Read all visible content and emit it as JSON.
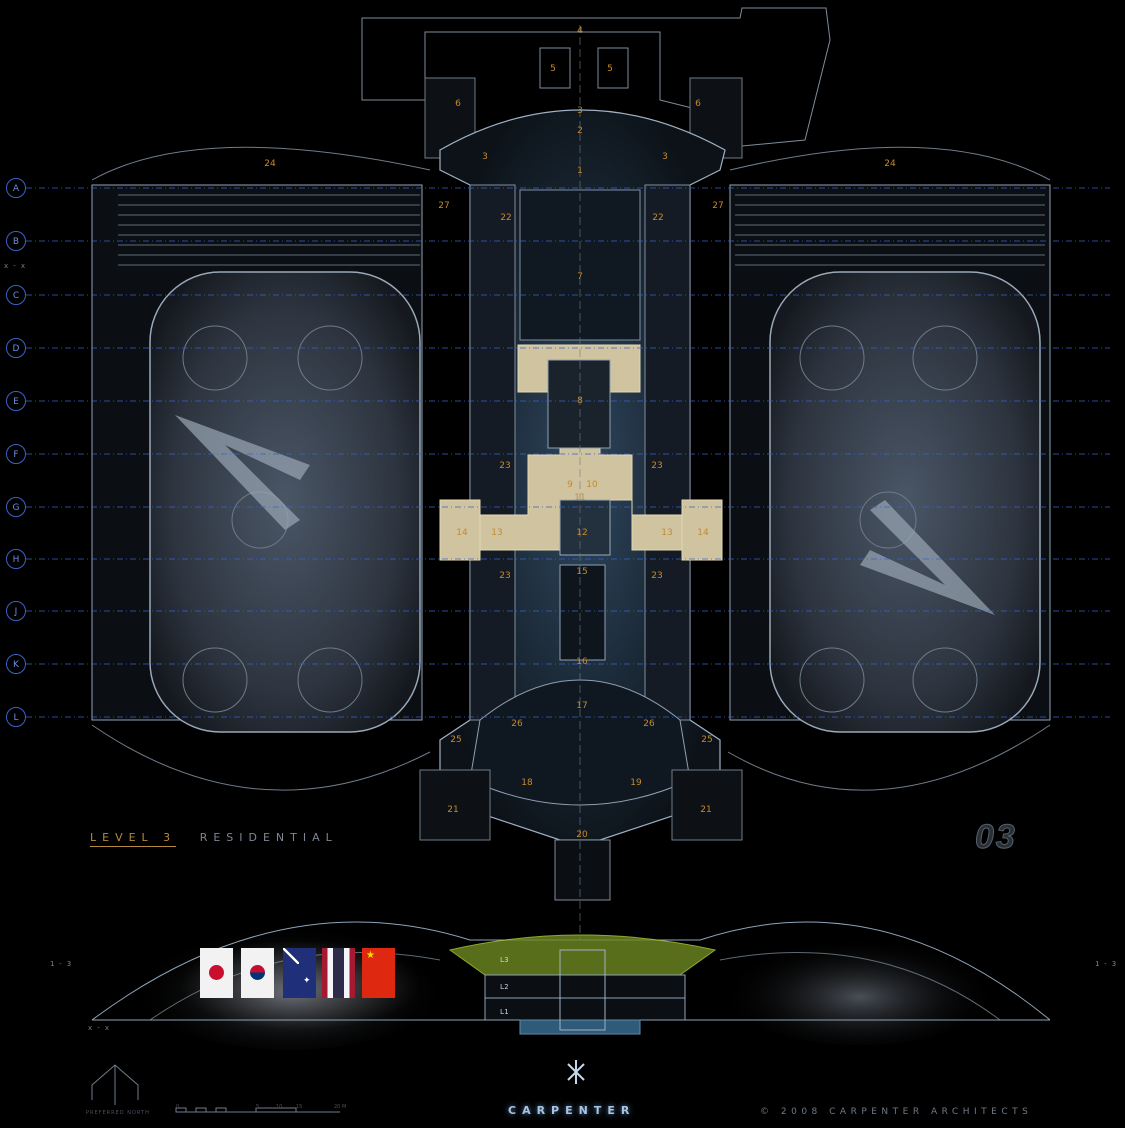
{
  "grid_labels": [
    "A",
    "B",
    "C",
    "D",
    "E",
    "F",
    "G",
    "H",
    "J",
    "K",
    "L"
  ],
  "section_marks": {
    "left_xx": "x - x",
    "left_13": "1 - 3",
    "right_13": "1 - 3",
    "bottom_xx": "x - x"
  },
  "room_labels": {
    "r1": "1",
    "r2": "2",
    "r3": "3",
    "r4": "4",
    "r5": "5",
    "r6": "6",
    "r7": "7",
    "r8": "8",
    "r9": "9",
    "r10": "10",
    "r11": "11",
    "r12": "12",
    "r13": "13",
    "r14": "14",
    "r15": "15",
    "r16": "16",
    "r17": "17",
    "r18": "18",
    "r19": "19",
    "r20": "20",
    "r21": "21",
    "r22": "22",
    "r23": "23",
    "r24": "24",
    "r25": "25",
    "r26": "26",
    "r27": "27"
  },
  "level_title": {
    "level": "LEVEL 3",
    "name": "RESIDENTIAL"
  },
  "sheet_number": "03",
  "section_levels": [
    "L3",
    "L2",
    "L1"
  ],
  "flags": [
    "japan-flag",
    "south-korea-flag",
    "australia-flag",
    "thailand-flag",
    "china-flag"
  ],
  "north_label": "PREFERRED NORTH",
  "scale_labels": [
    "0",
    "5",
    "10",
    "15",
    "20 M"
  ],
  "brand": "CARPENTER",
  "copyright": "© 2008 CARPENTER ARCHITECTS",
  "colors": {
    "background": "#000000",
    "linework": "#8fa3b8",
    "grid_line": "#3a63c8",
    "room_number": "#c78a2c",
    "core_tan": "#cfc3a0",
    "section_highlight": "#8fb02a",
    "rink_fill": "#3a4250"
  }
}
